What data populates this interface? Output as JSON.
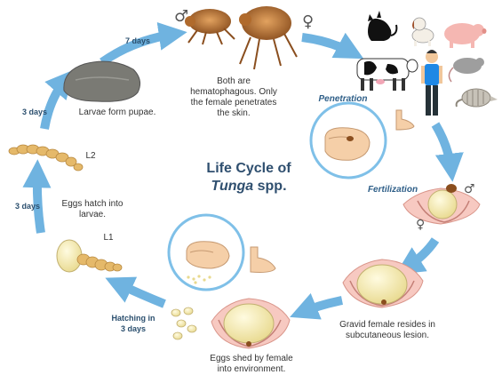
{
  "title": {
    "line1": "Life Cycle of",
    "genus": "Tunga",
    "suffix": " spp."
  },
  "durations": {
    "seven_days": "7 days",
    "three_days_a": "3 days",
    "three_days_b": "3 days",
    "hatching": "Hatching in 3 days"
  },
  "stages": {
    "adults": "Both are hematophagous. Only the female penetrates the skin.",
    "pupae": "Larvae form pupae.",
    "larvae": "Eggs hatch into larvae.",
    "eggs_shed": "Eggs shed by female into environment.",
    "gravid": "Gravid female resides in subcutaneous lesion."
  },
  "larval_stages": {
    "l1": "L1",
    "l2": "L2"
  },
  "events": {
    "penetration": "Penetration",
    "fertilization": "Fertilization"
  },
  "symbols": {
    "male": "♂",
    "female": "♀"
  },
  "colors": {
    "arrow": "#6fb3e0",
    "circle": "#7fc0e8",
    "title": "#2f4f6f",
    "skin": "#f5cfa8"
  },
  "icons": [
    "flea-icon",
    "cat-icon",
    "dog-icon",
    "pig-icon",
    "cow-icon",
    "human-icon",
    "rat-icon",
    "armadillo-icon",
    "foot-icon",
    "toe-icon",
    "egg-icon",
    "larva-icon",
    "pupa-icon"
  ]
}
